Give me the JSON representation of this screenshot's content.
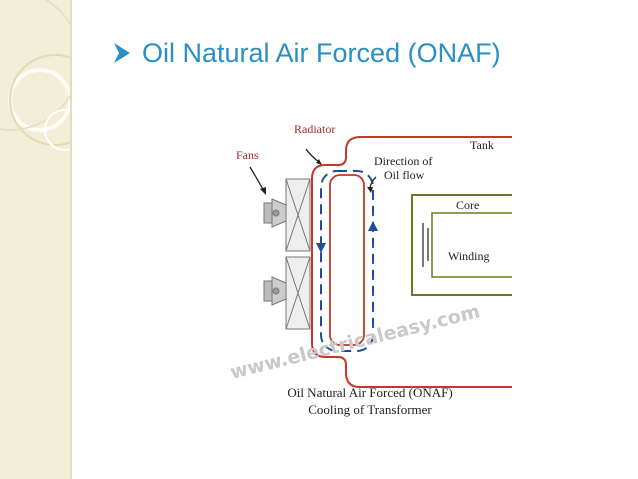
{
  "slide": {
    "title": "Oil Natural Air Forced (ONAF)",
    "bullet_icon": "arrow-bullet-icon",
    "accent_color": "#2a8fc4",
    "sidebar_color": "#f3eed8"
  },
  "diagram": {
    "labels": {
      "radiator": "Radiator",
      "fans": "Fans",
      "tank": "Tank",
      "direction_line1": "Direction of",
      "direction_line2": "Oil flow",
      "core": "Core",
      "winding": "Winding"
    },
    "watermark": "www.electricaleasy.com",
    "caption_line1": "Oil Natural Air Forced (ONAF)",
    "caption_line2": "Cooling of Transformer",
    "colors": {
      "tank": "#c0392b",
      "oil_flow": "#1f4e9c",
      "core": "#6b7a1e"
    }
  }
}
